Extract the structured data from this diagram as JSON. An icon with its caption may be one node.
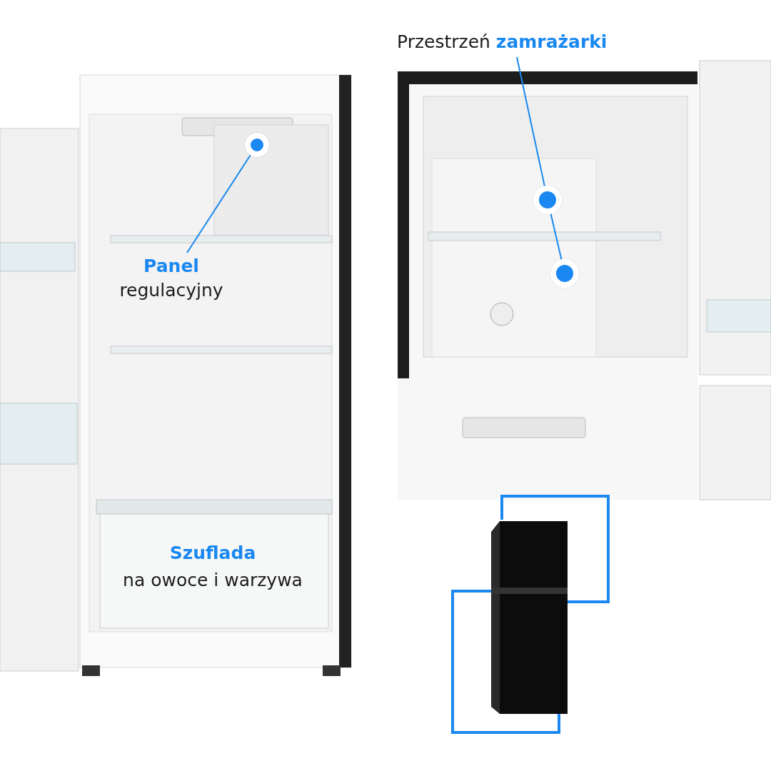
{
  "diagram": {
    "nodes": [
      {
        "text": [
          "Panel",
          "regulacyjny"
        ]
      },
      {
        "text": [],
        "shape": "circle"
      },
      {
        "text": [
          "Przestrzeń **zamrażarki**"
        ]
      },
      {
        "text": [],
        "shape": "circle"
      },
      {
        "text": [],
        "shape": "circle"
      }
    ],
    "edges": [
      {
        "from": 0,
        "to": 1,
        "arrow": "none"
      },
      {
        "from": 2,
        "to": 3,
        "arrow": "none"
      },
      {
        "from": 3,
        "to": 4,
        "arrow": "none"
      }
    ],
    "labels": [
      "Szuflada",
      "na owoce i warzywa"
    ]
  }
}
